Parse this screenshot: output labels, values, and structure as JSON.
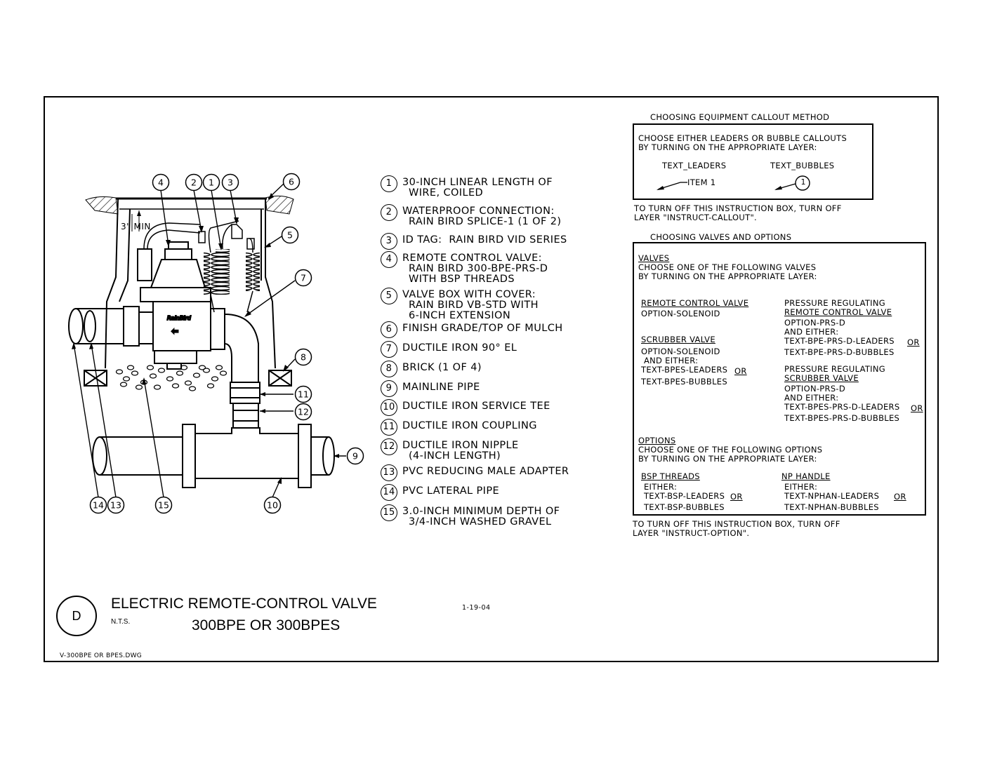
{
  "legend": [
    {
      "num": "1",
      "line1": "30-INCH LINEAR LENGTH OF",
      "line2": "WIRE, COILED"
    },
    {
      "num": "2",
      "line1": "WATERPROOF CONNECTION:",
      "line2": "RAIN BIRD SPLICE-1 (1 OF 2)"
    },
    {
      "num": "3",
      "line1": "ID TAG:  RAIN BIRD VID SERIES",
      "line2": ""
    },
    {
      "num": "4",
      "line1": "REMOTE CONTROL VALVE:",
      "line2": "RAIN BIRD 300-BPE-PRS-D",
      "line3": "WITH BSP THREADS"
    },
    {
      "num": "5",
      "line1": "VALVE BOX WITH COVER:",
      "line2": "RAIN BIRD VB-STD WITH",
      "line3": "6-INCH EXTENSION"
    },
    {
      "num": "6",
      "line1": "FINISH GRADE/TOP OF MULCH",
      "line2": ""
    },
    {
      "num": "7",
      "line1": "DUCTILE IRON 90° EL",
      "line2": ""
    },
    {
      "num": "8",
      "line1": "BRICK (1 OF 4)",
      "line2": ""
    },
    {
      "num": "9",
      "line1": "MAINLINE PIPE",
      "line2": ""
    },
    {
      "num": "10",
      "line1": "DUCTILE IRON SERVICE TEE",
      "line2": ""
    },
    {
      "num": "11",
      "line1": "DUCTILE IRON COUPLING",
      "line2": ""
    },
    {
      "num": "12",
      "line1": "DUCTILE IRON NIPPLE",
      "line2": "(4-INCH LENGTH)"
    },
    {
      "num": "13",
      "line1": "PVC REDUCING MALE ADAPTER",
      "line2": ""
    },
    {
      "num": "14",
      "line1": "PVC LATERAL PIPE",
      "line2": ""
    },
    {
      "num": "15",
      "line1": "3.0-INCH MINIMUM DEPTH OF",
      "line2": "3/4-INCH WASHED GRAVEL"
    }
  ],
  "drawing": {
    "min_label": "3\" MIN",
    "callouts": [
      "1",
      "2",
      "3",
      "4",
      "5",
      "6",
      "7",
      "8",
      "9",
      "10",
      "11",
      "12",
      "13",
      "14",
      "15"
    ]
  },
  "callout_box": {
    "heading": "CHOOSING EQUIPMENT CALLOUT METHOD",
    "instruction": "CHOOSE EITHER LEADERS OR BUBBLE CALLOUTS\nBY TURNING ON THE APPROPRIATE LAYER:",
    "leaders_label": "TEXT_LEADERS",
    "bubbles_label": "TEXT_BUBBLES",
    "item_label": "ITEM 1",
    "bubble_num": "1",
    "footer": "TO TURN OFF THIS INSTRUCTION BOX, TURN OFF\nLAYER \"INSTRUCT-CALLOUT\"."
  },
  "options_box": {
    "heading": "CHOOSING VALVES AND OPTIONS",
    "valves_title": "VALVES",
    "valves_instruction": "CHOOSE ONE OF THE FOLLOWING VALVES\nBY TURNING ON THE APPROPRIATE LAYER:",
    "rcv_title": "REMOTE CONTROL VALVE",
    "rcv_body": "OPTION-SOLENOID",
    "scrubber_title": "SCRUBBER VALVE",
    "scrubber_body": "OPTION-SOLENOID\n AND EITHER:\nTEXT-BPES-LEADERS",
    "scrubber_or": "OR",
    "scrubber_body2": "TEXT-BPES-BUBBLES",
    "prs_rcv_title1": "PRESSURE REGULATING",
    "prs_rcv_title2": "REMOTE CONTROL VALVE",
    "prs_rcv_body": "OPTION-PRS-D\nAND EITHER:\nTEXT-BPE-PRS-D-LEADERS",
    "prs_rcv_or": "OR",
    "prs_rcv_body2": "TEXT-BPE-PRS-D-BUBBLES",
    "prs_scr_title1": "PRESSURE REGULATING",
    "prs_scr_title2": "SCRUBBER VALVE",
    "prs_scr_body": "OPTION-PRS-D\nAND EITHER:\nTEXT-BPES-PRS-D-LEADERS",
    "prs_scr_or": "OR",
    "prs_scr_body2": "TEXT-BPES-PRS-D-BUBBLES",
    "options_title": "OPTIONS",
    "options_instruction": "CHOOSE ONE OF THE FOLLOWING OPTIONS\nBY TURNING ON THE APPROPRIATE LAYER:",
    "bsp_title": "BSP THREADS",
    "bsp_body": " EITHER:\n TEXT-BSP-LEADERS",
    "bsp_or": "OR",
    "bsp_body2": " TEXT-BSP-BUBBLES",
    "np_title": "NP HANDLE",
    "np_body": " EITHER:\n TEXT-NPHAN-LEADERS",
    "np_or": "OR",
    "np_body2": " TEXT-NPHAN-BUBBLES",
    "footer": "TO TURN OFF THIS INSTRUCTION BOX, TURN OFF\nLAYER \"INSTRUCT-OPTION\"."
  },
  "title_block": {
    "detail_letter": "D",
    "title": "ELECTRIC REMOTE-CONTROL VALVE",
    "scale": "N.T.S.",
    "subtitle": "300BPE OR 300BPES",
    "date": "1-19-04",
    "filename": "V-300BPE OR BPES.DWG"
  }
}
